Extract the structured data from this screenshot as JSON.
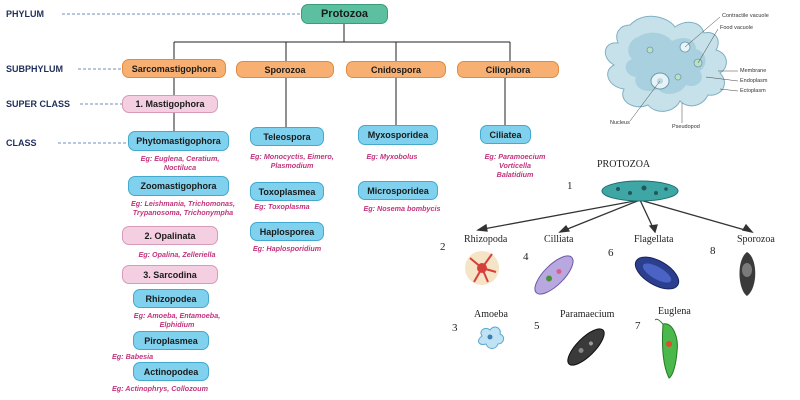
{
  "levels": {
    "phylum": "PHYLUM",
    "subphylum": "SUBPHYLUM",
    "superclass": "SUPER CLASS",
    "class": "CLASS"
  },
  "phylum": "Protozoa",
  "subphyla": [
    "Sarcomastigophora",
    "Sporozoa",
    "Cnidospora",
    "Ciliophora"
  ],
  "superclasses": {
    "mastigophora": "1. Mastigophora",
    "opalinata": "2. Opalinata",
    "sarcodina": "3. Sarcodina"
  },
  "classes": {
    "phytomastigophora": "Phytomastigophora",
    "zoomastigophora": "Zoomastigophora",
    "rhizopodea": "Rhizopodea",
    "piroplasmea": "Piroplasmea",
    "actinopodea": "Actinopodea",
    "teleospora": "Teleospora",
    "toxoplasmea": "Toxoplasmea",
    "haplosporea": "Haplosporea",
    "myxosporidea": "Myxosporidea",
    "microsporidea": "Microsporidea",
    "ciliatea": "Ciliatea"
  },
  "examples": {
    "phyto1": "Eg: Euglena, Ceratium,",
    "phyto2": "Noctiluca",
    "zoo1": "Eg: Leishmania, Trichomonas,",
    "zoo2": "Trypanosoma, Trichonympha",
    "opalinata": "Eg: Opalina, Zelleriella",
    "rhizo1": "Eg: Amoeba, Entamoeba,",
    "rhizo2": "Elphidium",
    "piro": "Eg: Babesia",
    "actino": "Eg: Actinophrys, Collozoum",
    "tele1": "Eg: Monocyctis, Eimero,",
    "tele2": "Plasmodium",
    "toxo": "Eg: Toxoplasma",
    "haplo": "Eg: Haplosporidium",
    "myxo": "Eg: Myxobolus",
    "micro": "Eg: Nosema bombycis",
    "cil1": "Eg: Paramoecium",
    "cil2": "Vorticella",
    "cil3": "Balatidium"
  },
  "amoeba_labels": {
    "contractile": "Contractile vacuole",
    "food": "Food vacuole",
    "membrane": "Membrane",
    "endoplasm": "Endoplasm",
    "ectoplasm": "Ectoplasm",
    "nucleus": "Nucleus",
    "pseudopod": "Pseudopod"
  },
  "tree": {
    "title": "PROTOZOA",
    "root_num": "1",
    "groups": [
      {
        "num": "2",
        "label": "Rhizopoda"
      },
      {
        "num": "4",
        "label": "Cilliata"
      },
      {
        "num": "6",
        "label": "Flagellata"
      },
      {
        "num": "8",
        "label": "Sporozoa"
      }
    ],
    "examples": [
      {
        "num": "3",
        "label": "Amoeba"
      },
      {
        "num": "5",
        "label": "Paramaecium"
      },
      {
        "num": "7",
        "label": "Euglena"
      }
    ]
  }
}
